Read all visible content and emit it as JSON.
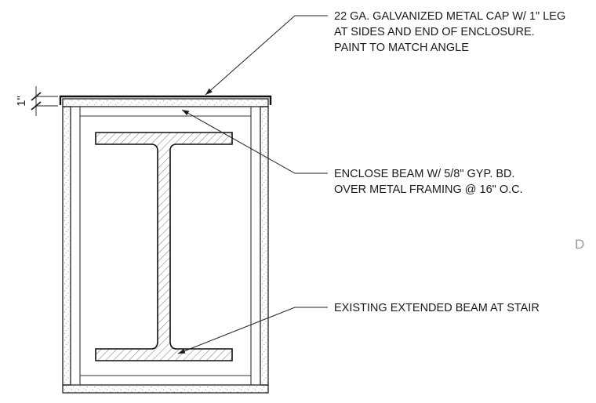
{
  "notes": {
    "cap": {
      "line1": "22 GA. GALVANIZED METAL CAP W/ 1\" LEG",
      "line2": "AT SIDES AND END OF ENCLOSURE.",
      "line3": "PAINT TO MATCH ANGLE"
    },
    "enclose": {
      "line1": "ENCLOSE BEAM W/ 5/8\" GYP. BD.",
      "line2": "OVER METAL FRAMING @ 16\" O.C."
    },
    "beam": {
      "line1": "EXISTING EXTENDED BEAM AT STAIR"
    }
  },
  "dimension": {
    "label": "1\""
  },
  "sheet_mark": "D"
}
